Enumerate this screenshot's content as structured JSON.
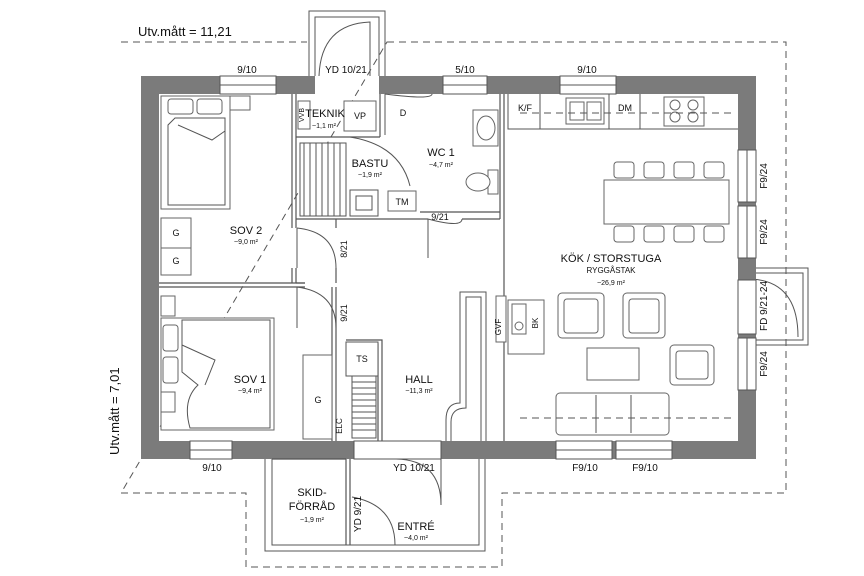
{
  "dimensions": {
    "width_label": "Utv.mått = 11,21",
    "height_label": "Utv.mått = 7,01"
  },
  "rooms": {
    "sov2": {
      "name": "SOV 2",
      "area": "~9,0 m²"
    },
    "sov1": {
      "name": "SOV 1",
      "area": "~9,4 m²"
    },
    "teknik": {
      "name": "TEKNIK",
      "area": "~1,1 m²"
    },
    "bastu": {
      "name": "BASTU",
      "area": "~1,9 m²"
    },
    "wc": {
      "name": "WC 1",
      "area": "~4,7 m²"
    },
    "hall": {
      "name": "HALL",
      "area": "~11,3 m²"
    },
    "kok": {
      "name": "KÖK / STORSTUGA",
      "sub": "RYGGÅSTAK",
      "area": "~26,9 m²"
    },
    "skid": {
      "name_line1": "SKID-",
      "name_line2": "FÖRRÅD",
      "area": "~1,9 m²"
    },
    "entre": {
      "name": "ENTRÉ",
      "area": "~4,0 m²"
    }
  },
  "openings": {
    "w_9_10_top_left": "9/10",
    "yd_top": "YD 10/21",
    "w_5_10": "5/10",
    "w_9_10_top_right": "9/10",
    "door_9_21_wc": "9/21",
    "door_8_21": "8/21",
    "door_9_21_sov1": "9/21",
    "w_9_10_bottom": "9/10",
    "yd_bottom": "YD 10/21",
    "f_9_10_a": "F9/10",
    "f_9_10_b": "F9/10",
    "f_9_24_a": "F9/24",
    "f_9_24_b": "F9/24",
    "fd_9_21_24": "FD 9/21-24",
    "f_9_24_c": "F9/24",
    "yd_9_21_entre": "YD 9/21"
  },
  "fixtures": {
    "vp": "VP",
    "d": "D",
    "tm": "TM",
    "ts": "TS",
    "g1": "G",
    "g2": "G",
    "g3": "G",
    "kf": "K/F",
    "dm": "DM",
    "gvf": "GVF",
    "bk": "BK",
    "vvb": "VVB",
    "elc": "ELC"
  }
}
